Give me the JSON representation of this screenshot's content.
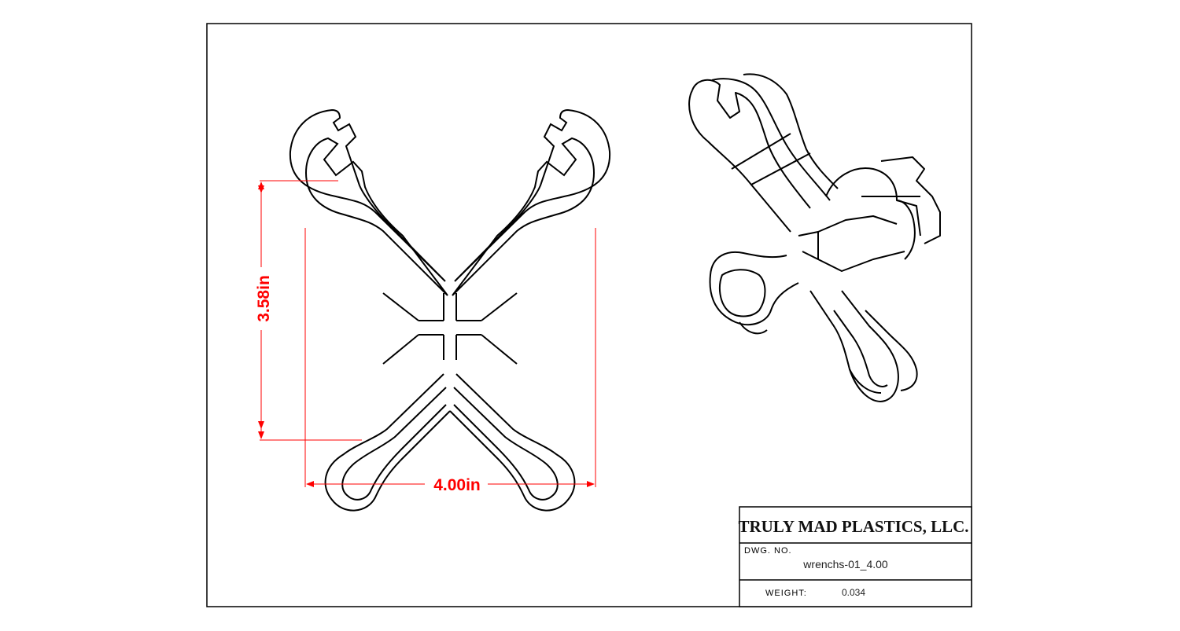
{
  "dimensions": {
    "height_label": "3.58in",
    "width_label": "4.00in",
    "color": "#ff0000"
  },
  "title_block": {
    "company": "TRULY MAD PLASTICS, LLC.",
    "dwg_no_label": "DWG. NO.",
    "dwg_no_value": "wrenchs-01_4.00",
    "weight_label": "WEIGHT:",
    "weight_value": "0.034"
  },
  "icons": {
    "logo": "truly-mad-plastics-wordmark"
  }
}
